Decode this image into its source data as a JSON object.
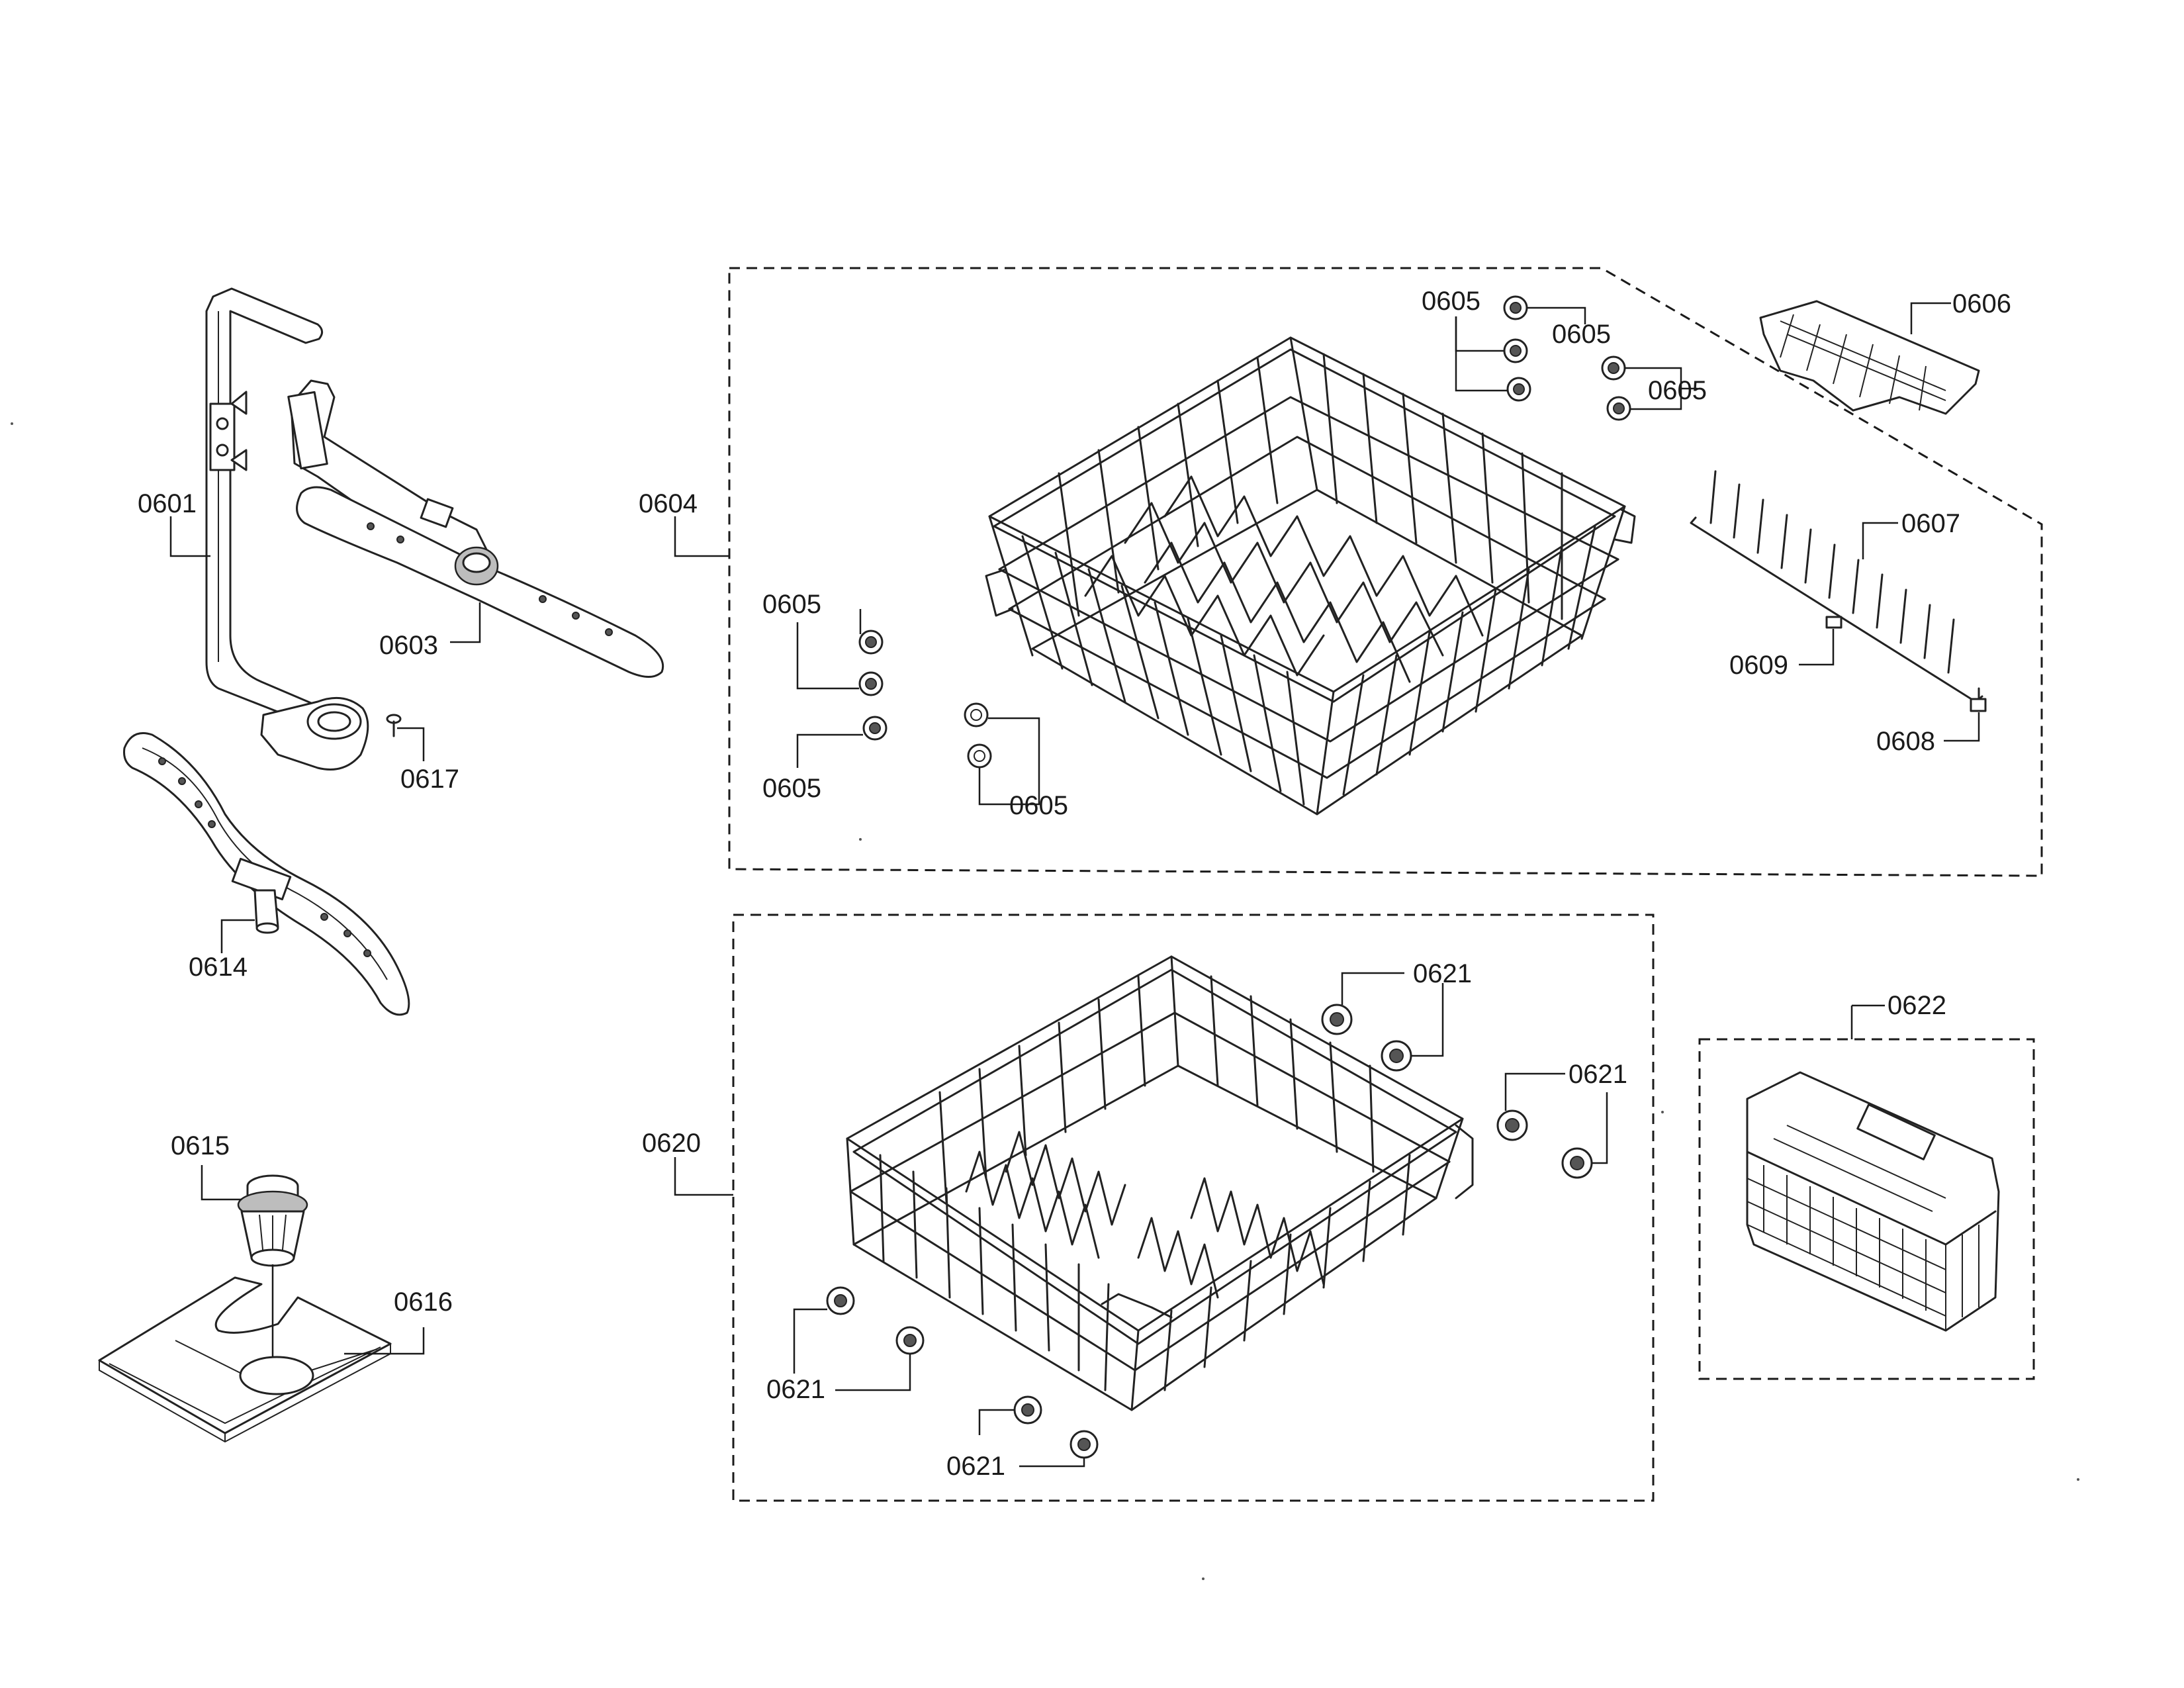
{
  "diagram": {
    "callouts": {
      "c0601": "0601",
      "c0603": "0603",
      "c0604": "0604",
      "c0605": "0605",
      "c0606": "0606",
      "c0607": "0607",
      "c0608": "0608",
      "c0609": "0609",
      "c0614": "0614",
      "c0615": "0615",
      "c0616": "0616",
      "c0617": "0617",
      "c0620": "0620",
      "c0621": "0621",
      "c0622": "0622"
    },
    "groups": {
      "upper_rack_assembly": "0604",
      "lower_rack_assembly": "0620",
      "cutlery_basket_assembly": "0622"
    }
  }
}
